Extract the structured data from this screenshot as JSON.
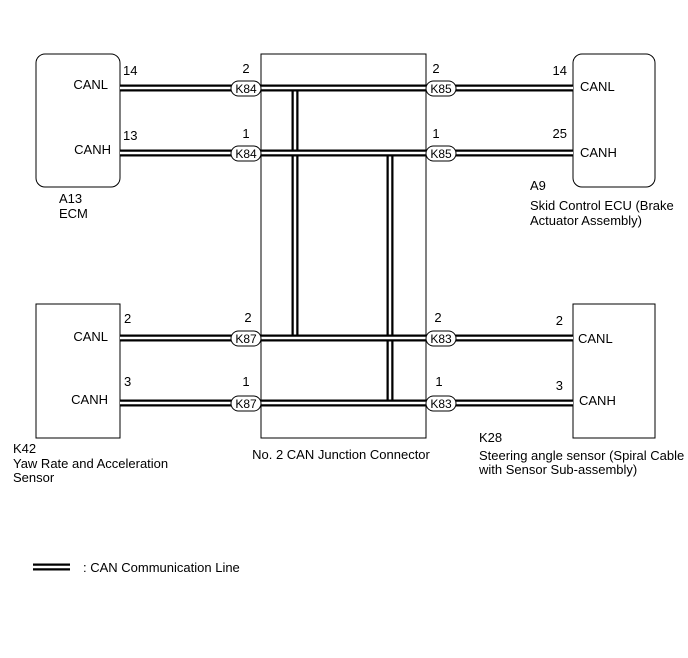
{
  "ecus": {
    "ecm": {
      "id": "A13",
      "name": "ECM",
      "canl_pin": "14",
      "canh_pin": "13"
    },
    "skid": {
      "id": "A9",
      "name_line1": "Skid Control ECU (Brake",
      "name_line2": "Actuator Assembly)",
      "canl_pin": "14",
      "canh_pin": "25"
    },
    "yaw": {
      "id": "K42",
      "name_line1": "Yaw Rate and Acceleration",
      "name_line2": "Sensor",
      "canl_pin": "2",
      "canh_pin": "3"
    },
    "steer": {
      "id": "K28",
      "name_line1": "Steering angle sensor (Spiral Cable",
      "name_line2": "with Sensor Sub-assembly)",
      "canl_pin": "2",
      "canh_pin": "3"
    }
  },
  "signals": {
    "canl": "CANL",
    "canh": "CANH"
  },
  "junction": {
    "name": "No. 2 CAN Junction Connector",
    "connectors": {
      "top_left": {
        "label": "K84",
        "canl_pin": "2",
        "canh_pin": "1"
      },
      "top_right": {
        "label": "K85",
        "canl_pin": "2",
        "canh_pin": "1"
      },
      "bottom_left": {
        "label": "K87",
        "canl_pin": "2",
        "canh_pin": "1"
      },
      "bottom_right": {
        "label": "K83",
        "canl_pin": "2",
        "canh_pin": "1"
      }
    }
  },
  "legend": {
    "text": ": CAN Communication Line"
  }
}
